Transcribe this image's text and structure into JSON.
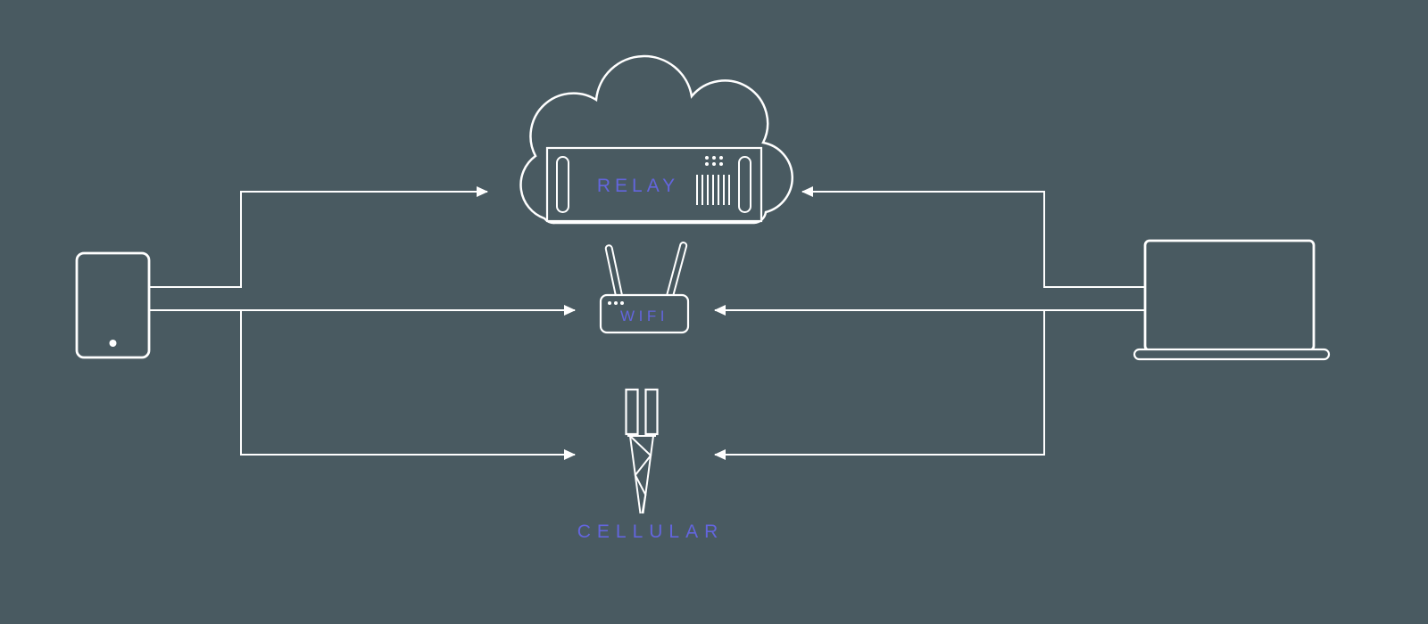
{
  "colors": {
    "background": "#495A61",
    "line": "#FFFFFF",
    "accent": "#6365DD"
  },
  "diagram": {
    "nodes": [
      {
        "id": "relay",
        "label": "RELAY",
        "icon": "cloud-server-icon"
      },
      {
        "id": "wifi",
        "label": "WIFI",
        "icon": "wifi-router-icon"
      },
      {
        "id": "cellular",
        "label": "CELLULAR",
        "icon": "cell-tower-icon"
      }
    ],
    "endpoints": [
      {
        "id": "phone",
        "icon": "smartphone-icon"
      },
      {
        "id": "laptop",
        "icon": "laptop-icon"
      }
    ],
    "connections": [
      {
        "from": "phone",
        "to": "relay"
      },
      {
        "from": "phone",
        "to": "wifi"
      },
      {
        "from": "phone",
        "to": "cellular"
      },
      {
        "from": "laptop",
        "to": "relay"
      },
      {
        "from": "laptop",
        "to": "wifi"
      },
      {
        "from": "laptop",
        "to": "cellular"
      }
    ]
  }
}
